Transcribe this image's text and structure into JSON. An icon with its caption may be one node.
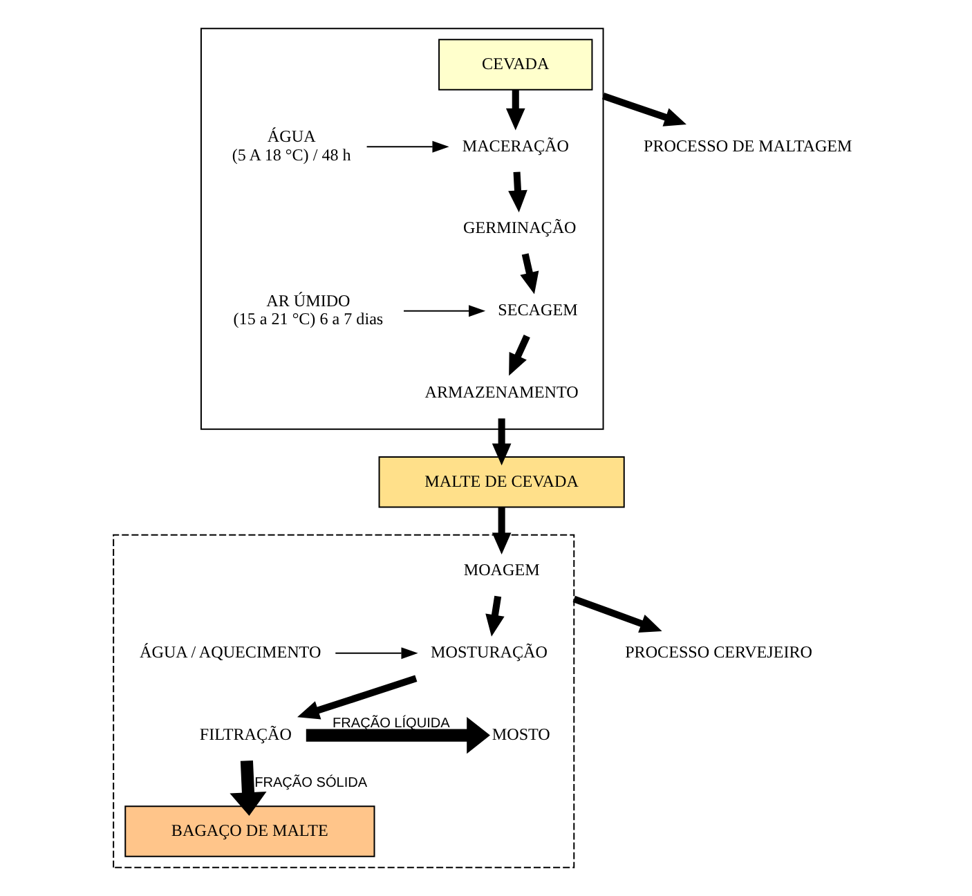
{
  "diagram": {
    "nodes": [
      {
        "text": [],
        "shape": "box"
      },
      {
        "text": [
          "CEVADA"
        ],
        "in": 0
      },
      {
        "text": [
          "ÁGUA",
          "(5 A 18 °C) / 48 h"
        ],
        "in": 0
      },
      {
        "text": [
          "MACERAÇÃO"
        ],
        "in": 0
      },
      {
        "text": [
          "GERMINAÇÃO"
        ],
        "in": 0
      },
      {
        "text": [
          "SECAGEM"
        ],
        "in": 0
      },
      {
        "text": [
          "AR ÚMIDO",
          "(15 a 21 °C) 6 a 7 dias"
        ],
        "in": 0
      },
      {
        "text": [
          "ARMAZENAMENTO"
        ],
        "in": 0
      },
      {
        "text": [
          "PROCESSO DE MALTAGEM"
        ]
      },
      {
        "text": [],
        "shape": "box"
      },
      {
        "text": [
          "MALTE DE CEVADA"
        ]
      },
      {
        "text": [
          "MOAGEM"
        ],
        "in": 9
      },
      {
        "text": [
          "ÁGUA / AQUECIMENTO"
        ],
        "in": 9
      },
      {
        "text": [
          "MOSTURAÇÃO"
        ],
        "in": 9
      },
      {
        "text": [
          "FILTRAÇÃO"
        ],
        "in": 9
      },
      {
        "text": [
          "MOSTO"
        ],
        "in": 9
      },
      {
        "text": [
          "BAGAÇO DE MALTE"
        ],
        "in": 9
      },
      {
        "text": [
          "PROCESSO CERVEJEIRO"
        ]
      }
    ],
    "edges": [
      {
        "from": 1,
        "to": 3,
        "arrow": "to"
      },
      {
        "from": 2,
        "to": 3,
        "arrow": "to"
      },
      {
        "from": 3,
        "to": 4,
        "arrow": "to"
      },
      {
        "from": 4,
        "to": 5,
        "arrow": "to"
      },
      {
        "from": 6,
        "to": 5,
        "arrow": "to"
      },
      {
        "from": 5,
        "to": 7,
        "arrow": "to"
      },
      {
        "from": 7,
        "to": 10,
        "arrow": "to"
      },
      {
        "from": 10,
        "to": 11,
        "arrow": "to"
      },
      {
        "from": 11,
        "to": 13,
        "arrow": "to"
      },
      {
        "from": 12,
        "to": 13,
        "arrow": "to"
      },
      {
        "from": 13,
        "to": 14,
        "arrow": "to"
      },
      {
        "from": 14,
        "to": 15,
        "label": "FRAÇÃO LÍQUIDA",
        "arrow": "to",
        "style": "thick"
      },
      {
        "from": 14,
        "to": 16,
        "label": "FRAÇÃO SÓLIDA",
        "arrow": "to",
        "style": "thick"
      },
      {
        "from": 0,
        "to": 8,
        "arrow": "to"
      },
      {
        "from": 9,
        "to": 17,
        "arrow": "to"
      }
    ]
  }
}
